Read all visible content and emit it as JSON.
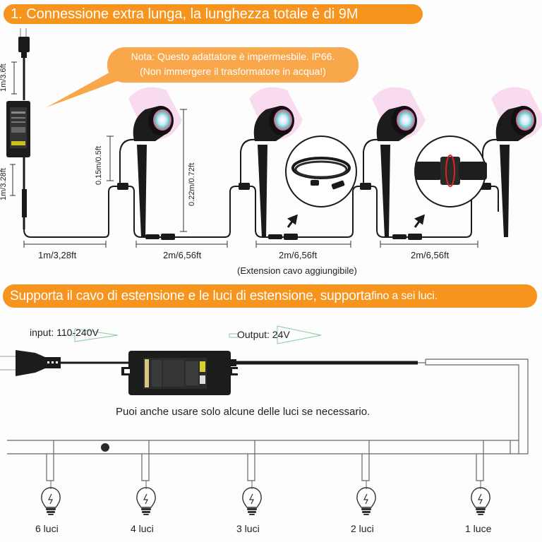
{
  "section1": {
    "title": "1. Connessione extra lunga, la lunghezza totale è di 9M",
    "note_line1": "Nota: Questo adattatore è impermesbile. IP66.",
    "note_line2": "(Non immergere il trasformatore in acqua!)",
    "dimensions": {
      "plug_cable": "1m/3.6ft",
      "adapter_cable": "1m/3.28ft",
      "branch_height": "0.15m/0.5ft",
      "light_height": "0.22m/0.72ft",
      "segment_1": "1m/3,28ft",
      "segment_2": "2m/6,56ft",
      "segment_3": "2m/6,56ft",
      "segment_4": "2m/6,56ft"
    },
    "extension_note": "(Extension cavo aggiungibile)",
    "light_count_shown": 4,
    "insets": [
      "extension-cable",
      "waterproof-connector"
    ]
  },
  "section2": {
    "title_main": "Supporta il cavo di estensione e le luci di estensione, supporta ",
    "title_small": "fino a sei luci.",
    "input_label": "input: 110-240V",
    "output_label": "Output: 24V",
    "caption": "Puoi anche usare solo alcune delle luci se necessario.",
    "options": [
      {
        "label": "6 luci",
        "icon": "bulb-icon"
      },
      {
        "label": "4 luci",
        "icon": "bulb-icon"
      },
      {
        "label": "3 luci",
        "icon": "bulb-icon"
      },
      {
        "label": "2 luci",
        "icon": "bulb-icon"
      },
      {
        "label": "1 luce",
        "icon": "bulb-icon"
      }
    ]
  },
  "colors": {
    "banner": "#f7941d",
    "bubble": "#f8a74a",
    "cable": "#1a1a1a",
    "wire": "#555555"
  }
}
